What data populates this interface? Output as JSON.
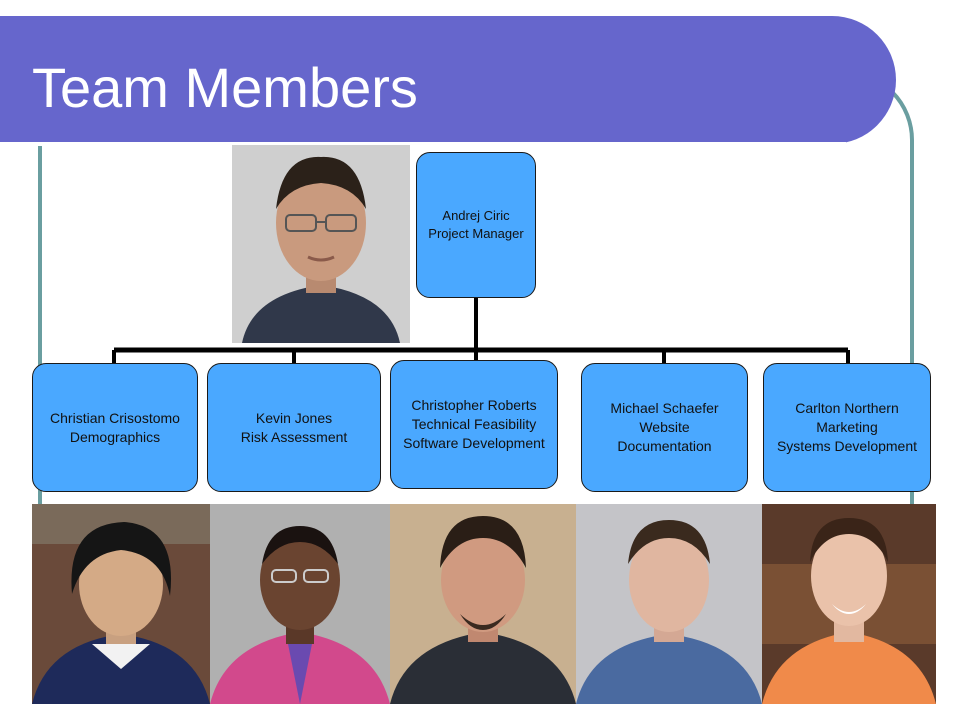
{
  "slide": {
    "title": "Team Members"
  },
  "org": {
    "root": {
      "name": "Andrej Ciric",
      "lines": [
        "Project Manager"
      ]
    },
    "members": [
      {
        "name": "Christian Crisostomo",
        "lines": [
          "Demographics"
        ]
      },
      {
        "name": "Kevin Jones",
        "lines": [
          "Risk Assessment"
        ]
      },
      {
        "name": "Christopher Roberts",
        "lines": [
          "Technical Feasibility",
          "Software Development"
        ]
      },
      {
        "name": "Michael Schaefer",
        "lines": [
          "Website",
          "Documentation"
        ]
      },
      {
        "name": "Carlton Northern",
        "lines": [
          "Marketing",
          "Systems Development"
        ]
      }
    ]
  },
  "colors": {
    "title_bar": "#6666cc",
    "frame": "#6a9ea0",
    "box_fill": "#4aa8ff",
    "connector": "#000000"
  }
}
